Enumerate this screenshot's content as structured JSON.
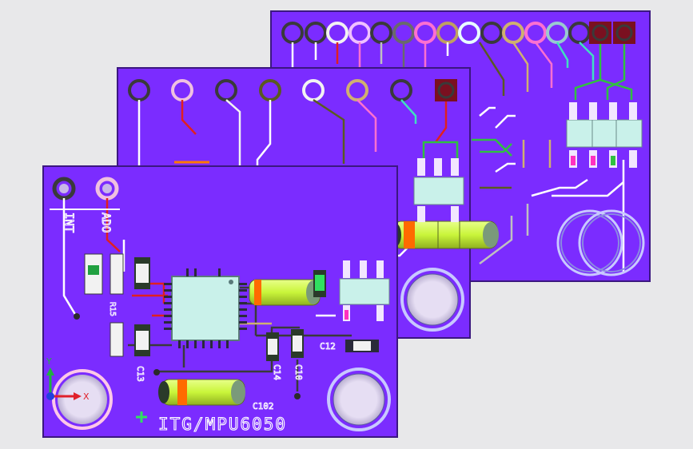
{
  "colors": {
    "background": "#e8e8ea",
    "board": "#7b2cff",
    "board_edge": "#3b1780",
    "pad_ring": "#3a3a3a",
    "hole": "#d8cfe8",
    "silkscreen": "#ffffff",
    "crystal_body": "#c9f53a",
    "crystal_band": "#ff6a00",
    "ic_body": "#c9f1ea",
    "axis_x": "#e0202b",
    "axis_y": "#20b040",
    "axis_z": "#2040e0"
  },
  "boards": [
    {
      "name": "back-board"
    },
    {
      "name": "middle-board"
    },
    {
      "name": "front-board"
    }
  ],
  "silkscreen_labels": {
    "board_name": "ITG/MPU6050",
    "int": "INT",
    "ado": "ADO",
    "c13": "C13",
    "c14": "C14",
    "c10": "C10",
    "c102": "C102",
    "c12": "C12",
    "r15": "R15"
  },
  "triad": {
    "x_label": "X",
    "y_label": "Y"
  }
}
